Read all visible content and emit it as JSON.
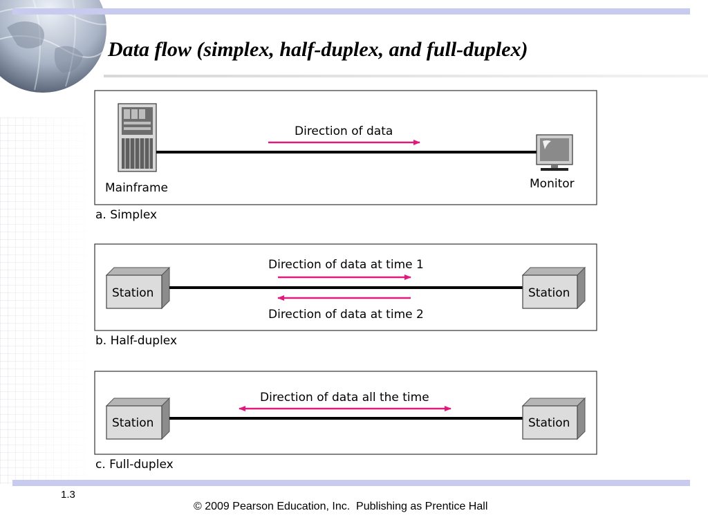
{
  "slide": {
    "title": "Data flow (simplex, half-duplex, and full-duplex)",
    "number": "1.3",
    "footer": "© 2009 Pearson Education, Inc.  Publishing as Prentice Hall"
  },
  "colors": {
    "arrow": "#e0197d",
    "band": "#c9cbee",
    "box_front": "#dcdcdc",
    "box_side": "#8c8c8c",
    "link": "#000000"
  },
  "diagram": {
    "simplex": {
      "caption": "a. Simplex",
      "left_label": "Mainframe",
      "right_label": "Monitor",
      "arrow_label": "Direction of data"
    },
    "half_duplex": {
      "caption": "b. Half-duplex",
      "left_label": "Station",
      "right_label": "Station",
      "arrow_label_top": "Direction of data at time 1",
      "arrow_label_bottom": "Direction of data at time 2"
    },
    "full_duplex": {
      "caption": "c. Full-duplex",
      "left_label": "Station",
      "right_label": "Station",
      "arrow_label": "Direction of data all the time"
    }
  }
}
